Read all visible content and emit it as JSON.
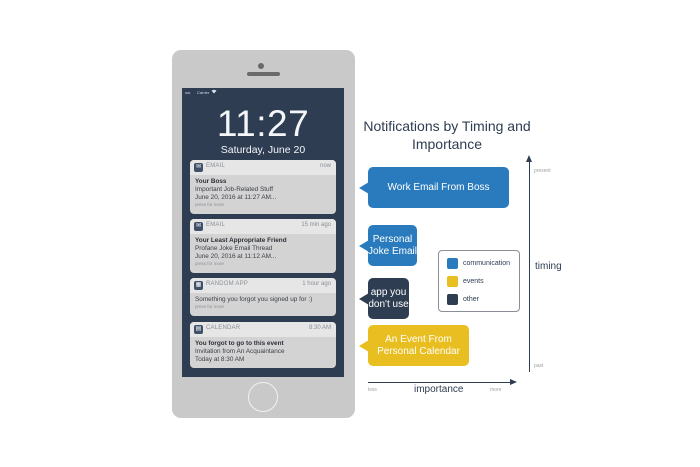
{
  "phone": {
    "status_bar": {
      "signal": "•••••",
      "carrier": "Carrier",
      "wifi_icon": "wifi-icon"
    },
    "lock_time": "11:27",
    "lock_date": "Saturday, June 20",
    "notifications": [
      {
        "app": "EMAIL",
        "time": "now",
        "sender": "Your Boss",
        "lines": [
          "Important Job-Related Stuff",
          "June 20, 2016 at 11:27 AM..."
        ],
        "more": "press for more"
      },
      {
        "app": "EMAIL",
        "time": "15 min ago",
        "sender": "Your Least Appropriate Friend",
        "lines": [
          "Profane Joke Email Thread",
          "June 20, 2016 at 11:12 AM..."
        ],
        "more": "press for more"
      },
      {
        "app": "RANDOM APP",
        "time": "1 hour ago",
        "lines": [
          "Something you forgot you signed up for :)"
        ],
        "more": "press for more"
      },
      {
        "app": "CALENDAR",
        "time": "8:30 AM",
        "sender": "You forgot to go to this event",
        "lines": [
          "Invitation from An Acquaintance",
          "Today at 8:30 AM"
        ]
      }
    ]
  },
  "diagram": {
    "title": "Notifications by Timing and Importance",
    "callouts": [
      {
        "text": "Work Email From Boss",
        "category": "communication"
      },
      {
        "text": "Personal Joke Email",
        "category": "communication"
      },
      {
        "text": "app you don't use",
        "category": "other"
      },
      {
        "text": "An Event From Personal Calendar",
        "category": "events"
      }
    ],
    "legend": [
      {
        "label": "communication",
        "color": "#2a7bbd"
      },
      {
        "label": "events",
        "color": "#e8be20"
      },
      {
        "label": "other",
        "color": "#2e3d52"
      }
    ],
    "x_axis": {
      "label": "importance",
      "low": "less",
      "high": "more"
    },
    "y_axis": {
      "label": "timing",
      "low": "past",
      "high": "present"
    }
  }
}
